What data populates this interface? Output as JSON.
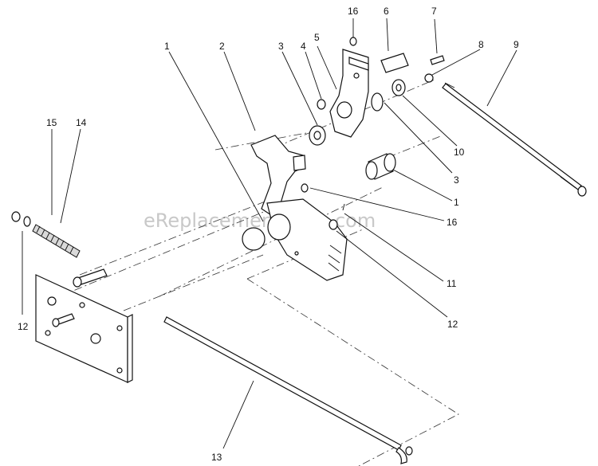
{
  "watermark": "eReplacementParts.com",
  "callouts": [
    "1",
    "2",
    "3",
    "4",
    "5",
    "16",
    "6",
    "7",
    "8",
    "9",
    "10",
    "3",
    "1",
    "16",
    "11",
    "12",
    "15",
    "14",
    "12",
    "13"
  ]
}
